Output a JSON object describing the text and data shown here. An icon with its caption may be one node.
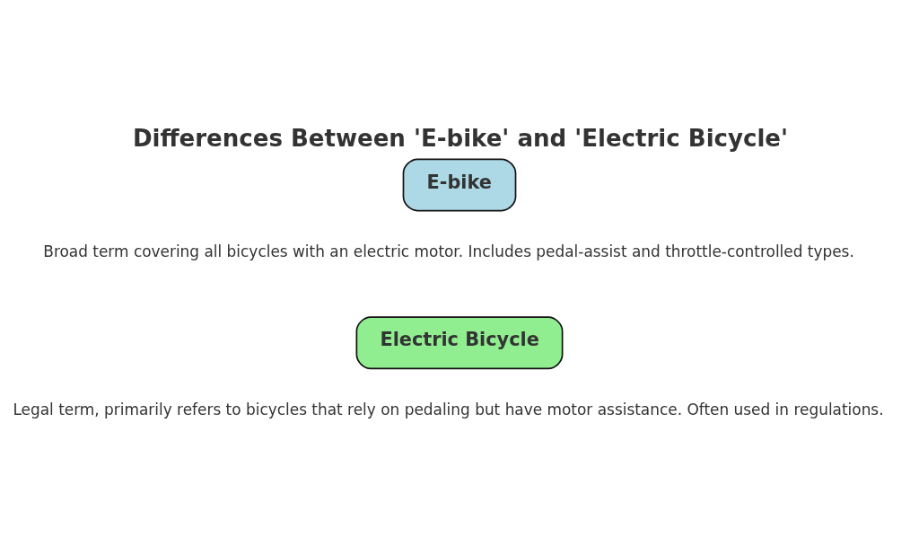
{
  "diagram": {
    "title": "Differences Between 'E-bike' and 'Electric Bicycle'",
    "nodes": [
      {
        "text": [
          "E-bike"
        ],
        "beside": [
          "Broad term covering all bicycles with an electric motor. Includes pedal-assist and throttle-controlled types."
        ]
      },
      {
        "text": [
          "Electric Bicycle"
        ],
        "beside": [
          "Legal term, primarily refers to bicycles that rely on pedaling but have motor assistance. Often used in regulations."
        ]
      }
    ]
  }
}
